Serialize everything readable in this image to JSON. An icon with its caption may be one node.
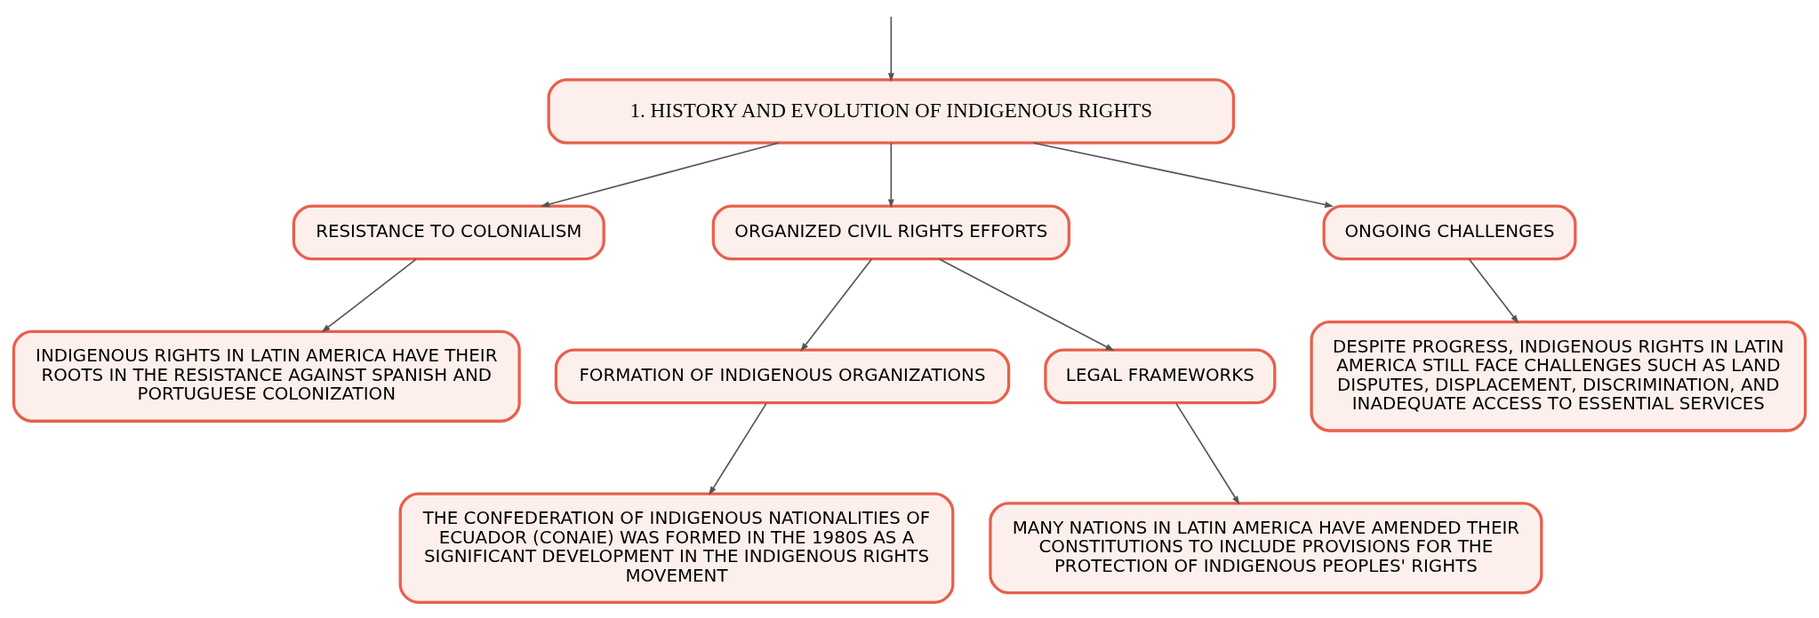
{
  "diagram": {
    "nodes": [
      {
        "text": [
          "1. HISTORY AND EVOLUTION OF INDIGENOUS RIGHTS"
        ]
      },
      {
        "text": [
          "RESISTANCE TO COLONIALISM"
        ]
      },
      {
        "text": [
          "ORGANIZED CIVIL RIGHTS EFFORTS"
        ]
      },
      {
        "text": [
          "ONGOING CHALLENGES"
        ]
      },
      {
        "text": [
          "INDIGENOUS RIGHTS IN LATIN AMERICA HAVE THEIR ROOTS IN THE RESISTANCE AGAINST SPANISH AND PORTUGUESE COLONIZATION"
        ]
      },
      {
        "text": [
          "FORMATION OF INDIGENOUS ORGANIZATIONS"
        ]
      },
      {
        "text": [
          "LEGAL FRAMEWORKS"
        ]
      },
      {
        "text": [
          "THE CONFEDERATION OF INDIGENOUS NATIONALITIES OF ECUADOR (CONAIE) WAS FORMED IN THE 1980S AS A SIGNIFICANT DEVELOPMENT IN THE INDIGENOUS RIGHTS MOVEMENT"
        ]
      },
      {
        "text": [
          "MANY NATIONS IN LATIN AMERICA HAVE AMENDED THEIR CONSTITUTIONS TO INCLUDE PROVISIONS FOR THE PROTECTION OF INDIGENOUS PEOPLES' RIGHTS"
        ]
      },
      {
        "text": [
          "DESPITE PROGRESS, INDIGENOUS RIGHTS IN LATIN AMERICA STILL FACE CHALLENGES SUCH AS LAND DISPUTES, DISPLACEMENT, DISCRIMINATION, AND INADEQUATE ACCESS TO ESSENTIAL SERVICES"
        ]
      }
    ],
    "edges": [
      {
        "from": null,
        "to": 0,
        "arrow": "to"
      },
      {
        "from": 0,
        "to": 1,
        "arrow": "to"
      },
      {
        "from": 0,
        "to": 2,
        "arrow": "to"
      },
      {
        "from": 0,
        "to": 3,
        "arrow": "to"
      },
      {
        "from": 1,
        "to": 4,
        "arrow": "to"
      },
      {
        "from": 2,
        "to": 5,
        "arrow": "to"
      },
      {
        "from": 2,
        "to": 6,
        "arrow": "to"
      },
      {
        "from": 5,
        "to": 7,
        "arrow": "to"
      },
      {
        "from": 6,
        "to": 8,
        "arrow": "to"
      },
      {
        "from": 3,
        "to": 9,
        "arrow": "to"
      }
    ]
  }
}
